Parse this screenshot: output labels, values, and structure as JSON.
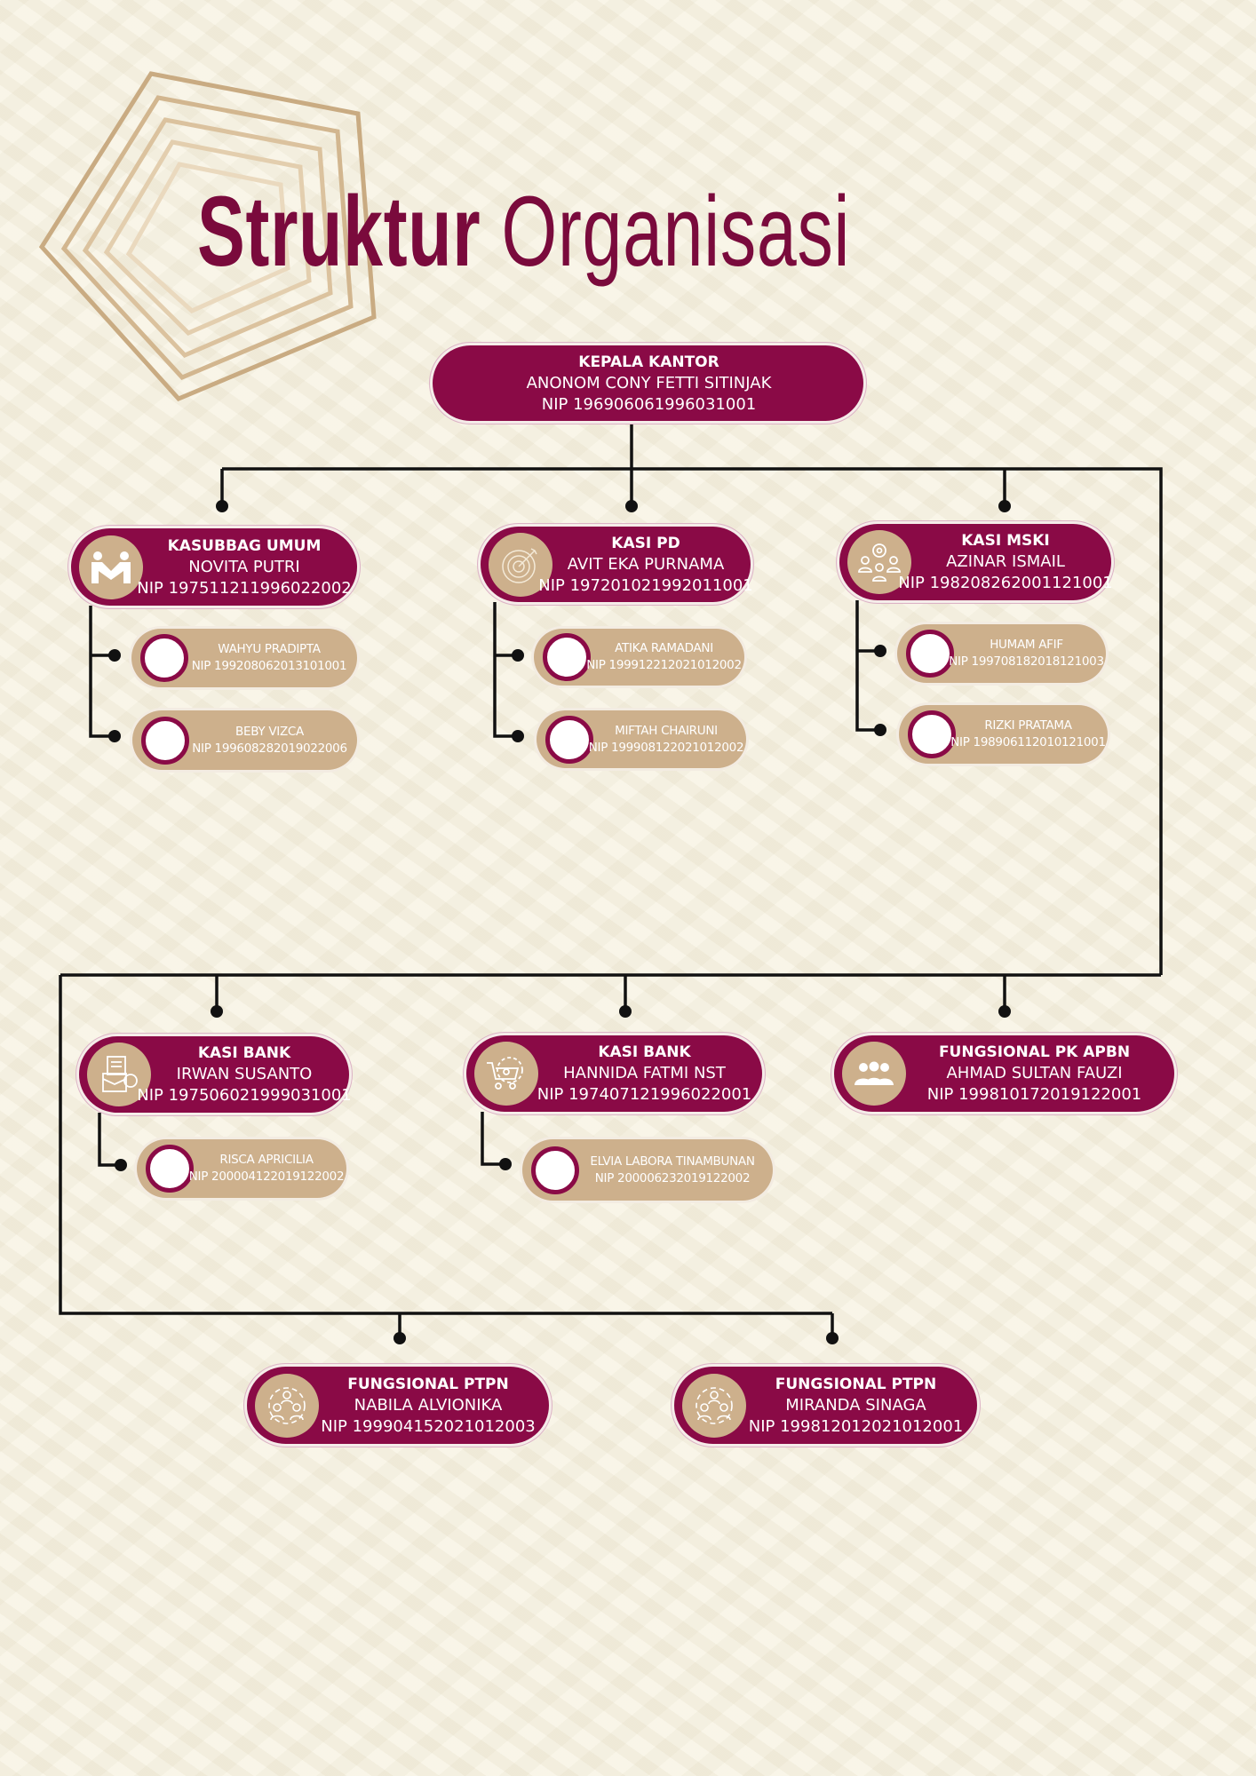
{
  "title": {
    "bold": "Struktur",
    "regular": "Organisasi"
  },
  "head": {
    "role": "KEPALA KANTOR",
    "name": "ANONOM CONY FETTI SITINJAK",
    "nip": "NIP 196906061996031001"
  },
  "units": [
    {
      "role": "KASUBBAG UMUM",
      "name": "NOVITA PUTRI",
      "nip": "NIP 197511211996022002",
      "icon": "handshake-icon",
      "staff": [
        {
          "name": "WAHYU PRADIPTA",
          "nip": "NIP 199208062013101001"
        },
        {
          "name": "BEBY VIZCA",
          "nip": "NIP 199608282019022006"
        }
      ]
    },
    {
      "role": "KASI PD",
      "name": "AVIT EKA PURNAMA",
      "nip": "NIP 197201021992011001",
      "icon": "target-icon",
      "staff": [
        {
          "name": "ATIKA RAMADANI",
          "nip": "NIP 199912212021012002"
        },
        {
          "name": "MIFTAH CHAIRUNI",
          "nip": "NIP 199908122021012002"
        }
      ]
    },
    {
      "role": "KASI MSKI",
      "name": "AZINAR ISMAIL",
      "nip": "NIP 198208262001121001",
      "icon": "team-gear-icon",
      "staff": [
        {
          "name": "HUMAM AFIF",
          "nip": "NIP 199708182018121003"
        },
        {
          "name": "RIZKI PRATAMA",
          "nip": "NIP 198906112010121001"
        }
      ]
    },
    {
      "role": "KASI BANK",
      "name": "IRWAN SUSANTO",
      "nip": "NIP 197506021999031001",
      "icon": "documents-briefcase-icon",
      "staff": [
        {
          "name": "RISCA APRICILIA",
          "nip": "NIP 200004122019122002"
        }
      ]
    },
    {
      "role": "KASI BANK",
      "name": "HANNIDA FATMI NST",
      "nip": "NIP 197407121996022001",
      "icon": "cart-gear-icon",
      "staff": [
        {
          "name": "ELVIA LABORA TINAMBUNAN",
          "nip": "NIP 200006232019122002"
        }
      ]
    },
    {
      "role": "FUNGSIONAL PK APBN",
      "name": "AHMAD SULTAN FAUZI",
      "nip": "NIP 199810172019122001",
      "icon": "group-icon",
      "staff": []
    },
    {
      "role": "FUNGSIONAL PTPN",
      "name": "NABILA ALVIONIKA",
      "nip": "NIP 199904152021012003",
      "icon": "people-network-icon",
      "staff": []
    },
    {
      "role": "FUNGSIONAL PTPN",
      "name": "MIRANDA SINAGA",
      "nip": "NIP 199812012021012001",
      "icon": "people-network-icon",
      "staff": []
    }
  ],
  "colors": {
    "primary": "#8a0a46",
    "accent": "#cdb08c",
    "background": "#f7f3e4",
    "title": "#7a0a3c"
  }
}
